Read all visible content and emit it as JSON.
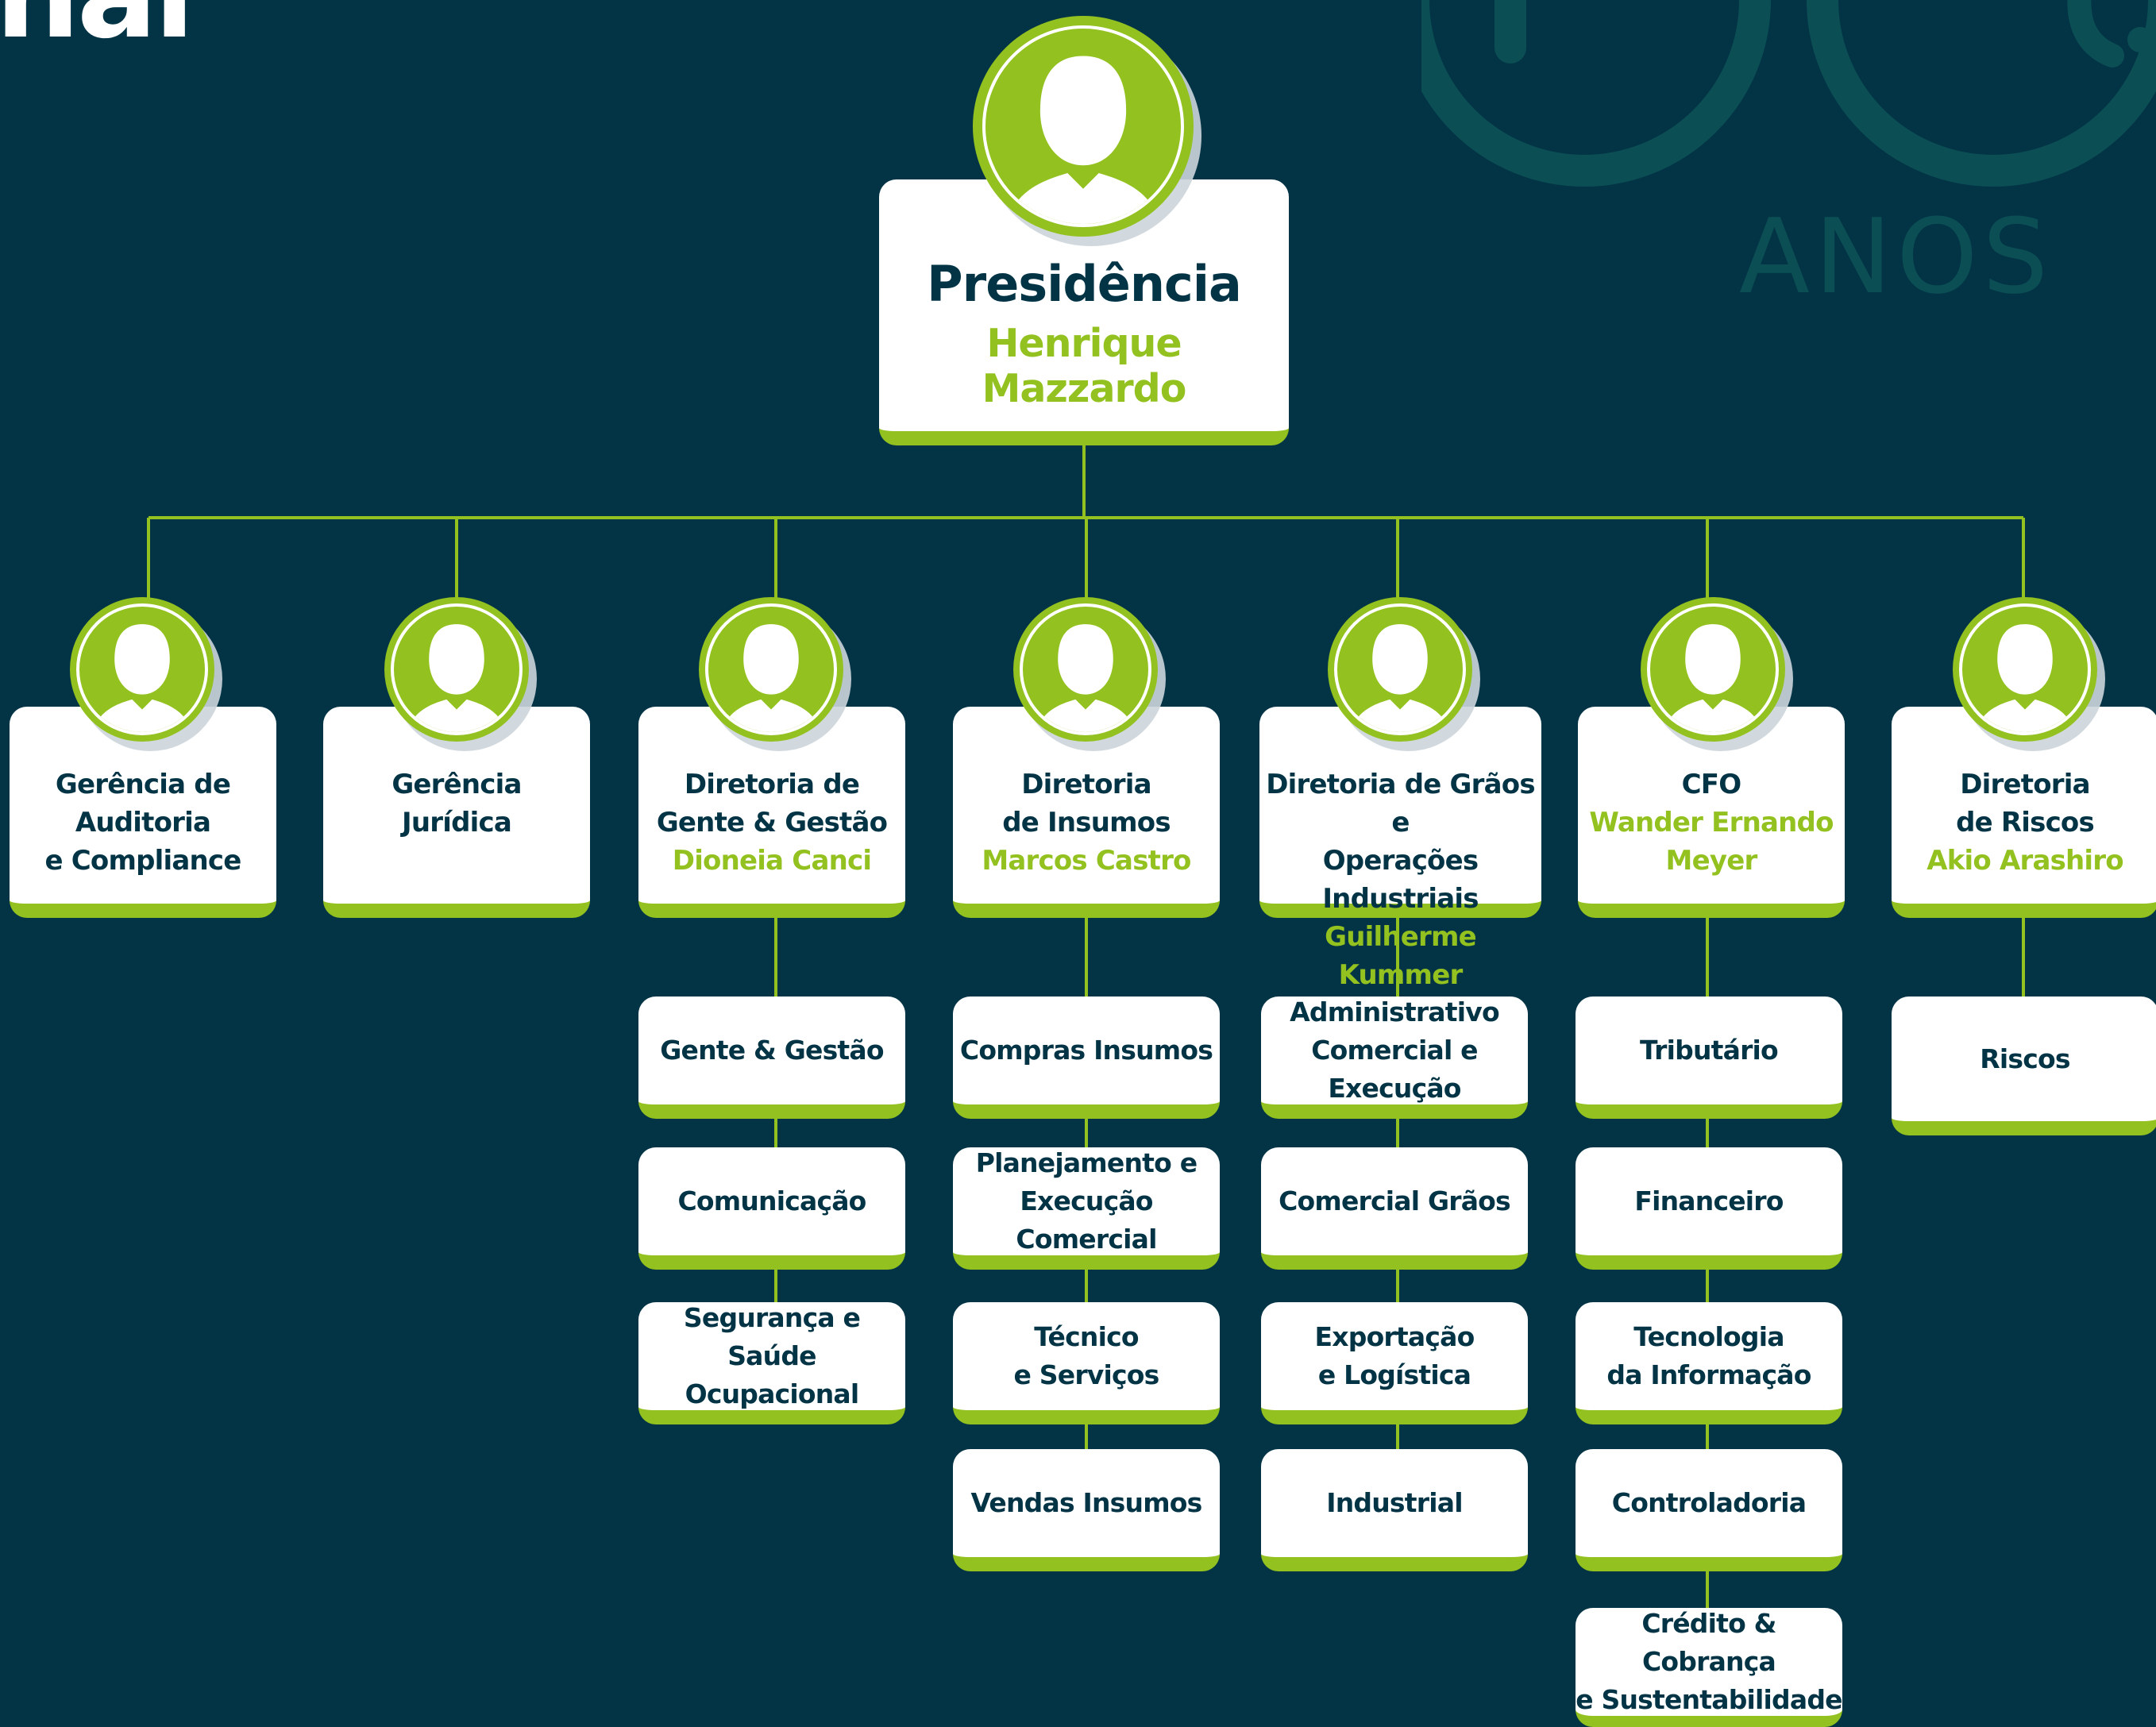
{
  "header": {
    "title_fragment": "nal"
  },
  "decoration": {
    "label": "ANOS"
  },
  "colors": {
    "background": "#033446",
    "accent": "#93c11f",
    "text": "#033446",
    "card": "#ffffff"
  },
  "root": {
    "title": "Presidência",
    "person": "Henrique Mazzardo",
    "icon": "user-avatar-icon"
  },
  "level2": [
    {
      "title": "Gerência de\nAuditoria\ne Compliance",
      "person": ""
    },
    {
      "title": "Gerência\nJurídica",
      "person": ""
    },
    {
      "title": "Diretoria de\nGente & Gestão",
      "person": "Dioneia Canci"
    },
    {
      "title": "Diretoria\nde Insumos",
      "person": "Marcos Castro"
    },
    {
      "title": "Diretoria de Grãos e\nOperações Industriais",
      "person": "Guilherme Kummer"
    },
    {
      "title": "CFO",
      "person": "Wander Ernando\nMeyer"
    },
    {
      "title": "Diretoria\nde Riscos",
      "person": "Akio Arashiro"
    }
  ],
  "units": {
    "gente_gestao": [
      "Gente & Gestão",
      "Comunicação",
      "Segurança e Saúde\nOcupacional"
    ],
    "insumos": [
      "Compras Insumos",
      "Planejamento e\nExecução Comercial",
      "Técnico\ne Serviços",
      "Vendas Insumos"
    ],
    "graos": [
      "Administrativo\nComercial e Execução",
      "Comercial Grãos",
      "Exportação\ne Logística",
      "Industrial"
    ],
    "cfo": [
      "Tributário",
      "Financeiro",
      "Tecnologia\nda Informação",
      "Controladoria",
      "Crédito & Cobrança\ne Sustentabilidade"
    ],
    "riscos": [
      "Riscos"
    ]
  }
}
